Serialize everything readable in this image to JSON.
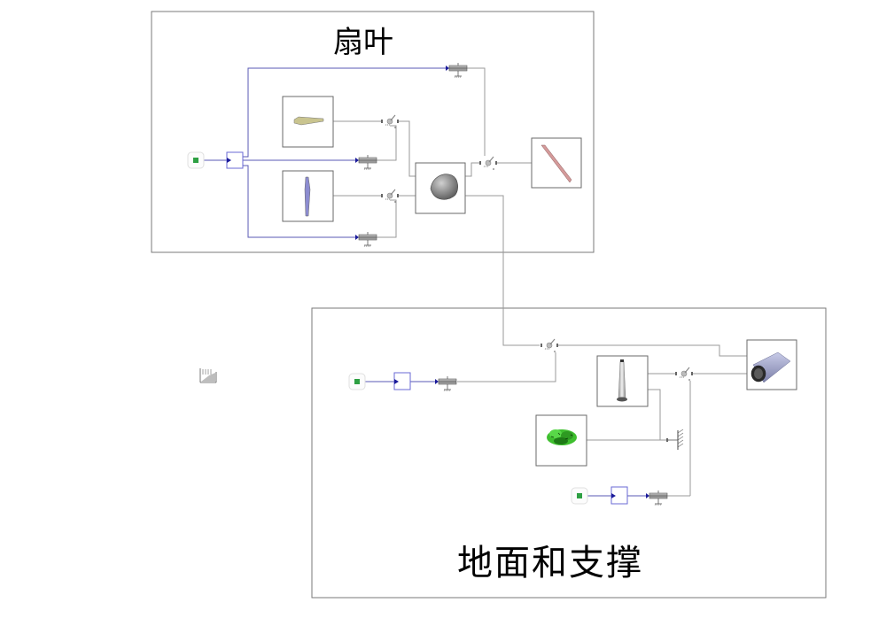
{
  "diagram": {
    "type": "multibody-block-diagram",
    "subsystems": [
      {
        "id": "fan",
        "title": "扇叶",
        "blocks": [
          {
            "id": "fan-input",
            "kind": "input-source",
            "icon": "green-square-icon"
          },
          {
            "id": "fan-demux",
            "kind": "demux"
          },
          {
            "id": "fan-actuator-top",
            "kind": "joint-actuator"
          },
          {
            "id": "fan-actuator-mid",
            "kind": "joint-actuator"
          },
          {
            "id": "fan-actuator-bottom",
            "kind": "joint-actuator"
          },
          {
            "id": "blade-1",
            "kind": "solid-body",
            "icon": "blade-horizontal-icon",
            "color": "#c9c48f"
          },
          {
            "id": "blade-2",
            "kind": "solid-body",
            "icon": "blade-vertical-icon",
            "color": "#8c8cd0"
          },
          {
            "id": "revolute-1",
            "kind": "revolute-joint"
          },
          {
            "id": "revolute-2",
            "kind": "revolute-joint"
          },
          {
            "id": "hub",
            "kind": "solid-body",
            "icon": "hub-icon",
            "color": "#8a8a8a"
          },
          {
            "id": "revolute-3",
            "kind": "revolute-joint"
          },
          {
            "id": "blade-3",
            "kind": "solid-body",
            "icon": "blade-diagonal-icon",
            "color": "#d49a9a"
          }
        ]
      },
      {
        "id": "ground",
        "title": "地面和支撑",
        "blocks": [
          {
            "id": "ground-input-1",
            "kind": "input-source",
            "icon": "green-square-icon"
          },
          {
            "id": "ground-gain-1",
            "kind": "signal-converter"
          },
          {
            "id": "ground-actuator-1",
            "kind": "joint-actuator"
          },
          {
            "id": "revolute-4",
            "kind": "revolute-joint"
          },
          {
            "id": "pole",
            "kind": "solid-body",
            "icon": "pole-icon",
            "color": "#bbbbbb"
          },
          {
            "id": "revolute-5",
            "kind": "revolute-joint"
          },
          {
            "id": "motor-housing",
            "kind": "solid-body",
            "icon": "cylinder-icon",
            "color": "#9da2c8"
          },
          {
            "id": "grass",
            "kind": "solid-body",
            "icon": "grass-icon",
            "color": "#3fbf2f"
          },
          {
            "id": "world-frame",
            "kind": "world-ground"
          },
          {
            "id": "ground-input-2",
            "kind": "input-source",
            "icon": "green-square-icon"
          },
          {
            "id": "ground-gain-2",
            "kind": "signal-converter"
          },
          {
            "id": "ground-actuator-2",
            "kind": "joint-actuator"
          }
        ]
      }
    ],
    "standalone_blocks": [
      {
        "id": "mechanism-config",
        "kind": "mechanism-configuration",
        "icon": "config-icon"
      }
    ],
    "colors": {
      "signal_line": "#5a5ab4",
      "physical_line": "#9a9a9a",
      "frame_border": "#7a7a7a",
      "input_green": "#2ea043",
      "demux_border": "#6a6ad6"
    }
  }
}
